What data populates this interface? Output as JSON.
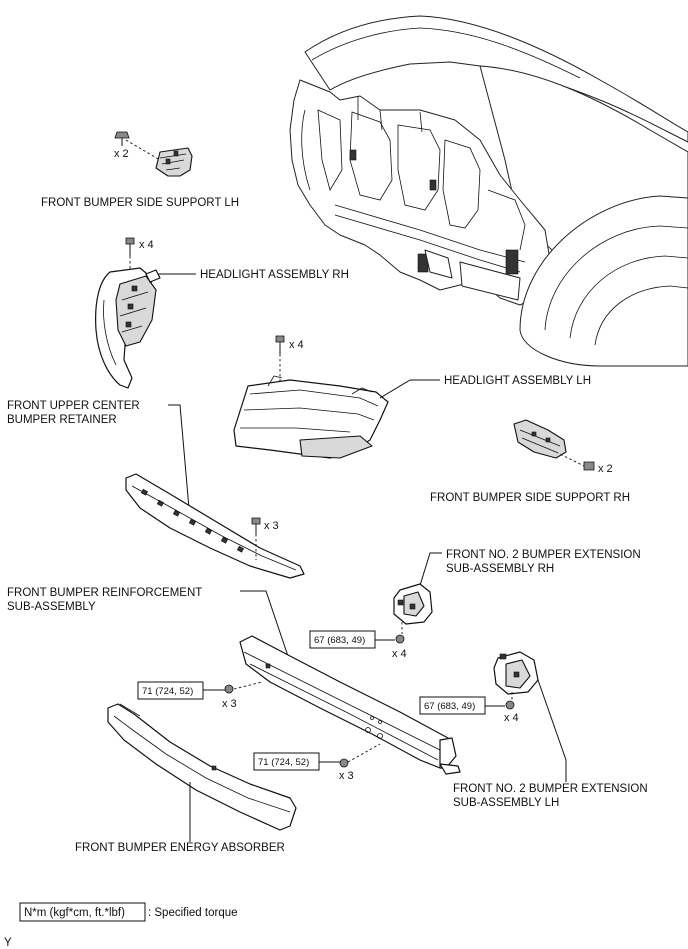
{
  "labels": {
    "side_support_lh": "FRONT BUMPER SIDE SUPPORT LH",
    "headlight_rh": "HEADLIGHT ASSEMBLY RH",
    "headlight_lh": "HEADLIGHT ASSEMBLY LH",
    "upper_retainer_l1": "FRONT UPPER CENTER",
    "upper_retainer_l2": "BUMPER RETAINER",
    "side_support_rh": "FRONT BUMPER SIDE SUPPORT RH",
    "ext_rh_l1": "FRONT NO. 2 BUMPER EXTENSION",
    "ext_rh_l2": "SUB-ASSEMBLY RH",
    "reinforcement_l1": "FRONT BUMPER REINFORCEMENT",
    "reinforcement_l2": "SUB-ASSEMBLY",
    "ext_lh_l1": "FRONT NO. 2 BUMPER EXTENSION",
    "ext_lh_l2": "SUB-ASSEMBLY LH",
    "energy_absorber": "FRONT BUMPER ENERGY ABSORBER"
  },
  "quantities": {
    "side_support_lh": "x 2",
    "headlight_rh": "x 4",
    "headlight_lh": "x 4",
    "side_support_rh": "x 2",
    "upper_retainer": "x 3",
    "ext_rh": "x 4",
    "ext_lh": "x 4",
    "reinforcement_left": "x 3",
    "reinforcement_right": "x 3"
  },
  "torques": {
    "ext_rh": "67 (683, 49)",
    "ext_lh": "67 (683, 49)",
    "reinforcement_left": "71 (724, 52)",
    "reinforcement_right": "71 (724, 52)"
  },
  "legend": {
    "unit": "N*m (kgf*cm, ft.*lbf)",
    "desc": ": Specified torque"
  },
  "footer_code": "Y"
}
